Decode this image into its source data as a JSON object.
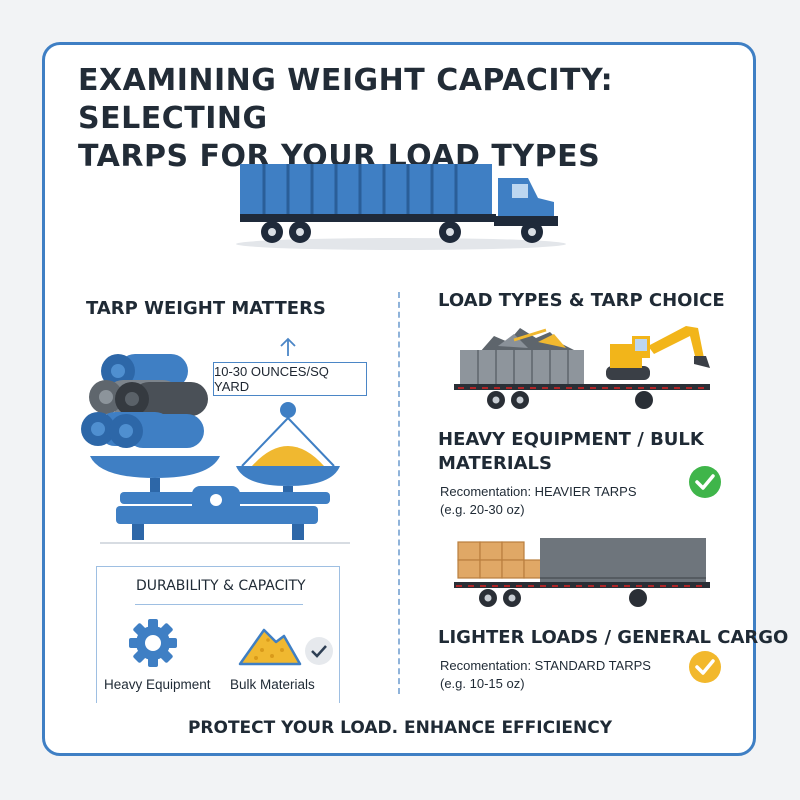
{
  "title_line1": "EXAMINING WEIGHT CAPACITY: SELECTING",
  "title_line2": "TARPS FOR YOUR LOAD TYPES",
  "left": {
    "heading": "TARP WEIGHT MATTERS",
    "callout": "10-30 OUNCES/SQ YARD",
    "durability": {
      "heading": "DURABILITY & CAPACITY",
      "items": [
        {
          "label": "Heavy Equipment",
          "icon": "gear-icon"
        },
        {
          "label": "Bulk Materials",
          "icon": "pile-icon"
        }
      ]
    }
  },
  "right": {
    "heading": "LOAD TYPES & TARP CHOICE",
    "heavy": {
      "title_line1": "HEAVY EQUIPMENT / BULK",
      "title_line2": "MATERIALS",
      "rec": "Recomentation: HEAVIER TARPS",
      "example": "(e.g. 20-30 oz)"
    },
    "light": {
      "title": "LIGHTER LOADS / GENERAL CARGO",
      "rec": "Recomentation: STANDARD TARPS",
      "example": "(e.g. 10-15 oz)"
    }
  },
  "footer": "PROTECT YOUR LOAD. ENHANCE EFFICIENCY",
  "colors": {
    "accent_blue": "#3f7fc4",
    "truck_blue": "#3f7fc4",
    "green_check": "#3fb54a",
    "yellow_check": "#f2b82c",
    "gravel": "#f0b830",
    "excavator": "#f2b51a"
  }
}
